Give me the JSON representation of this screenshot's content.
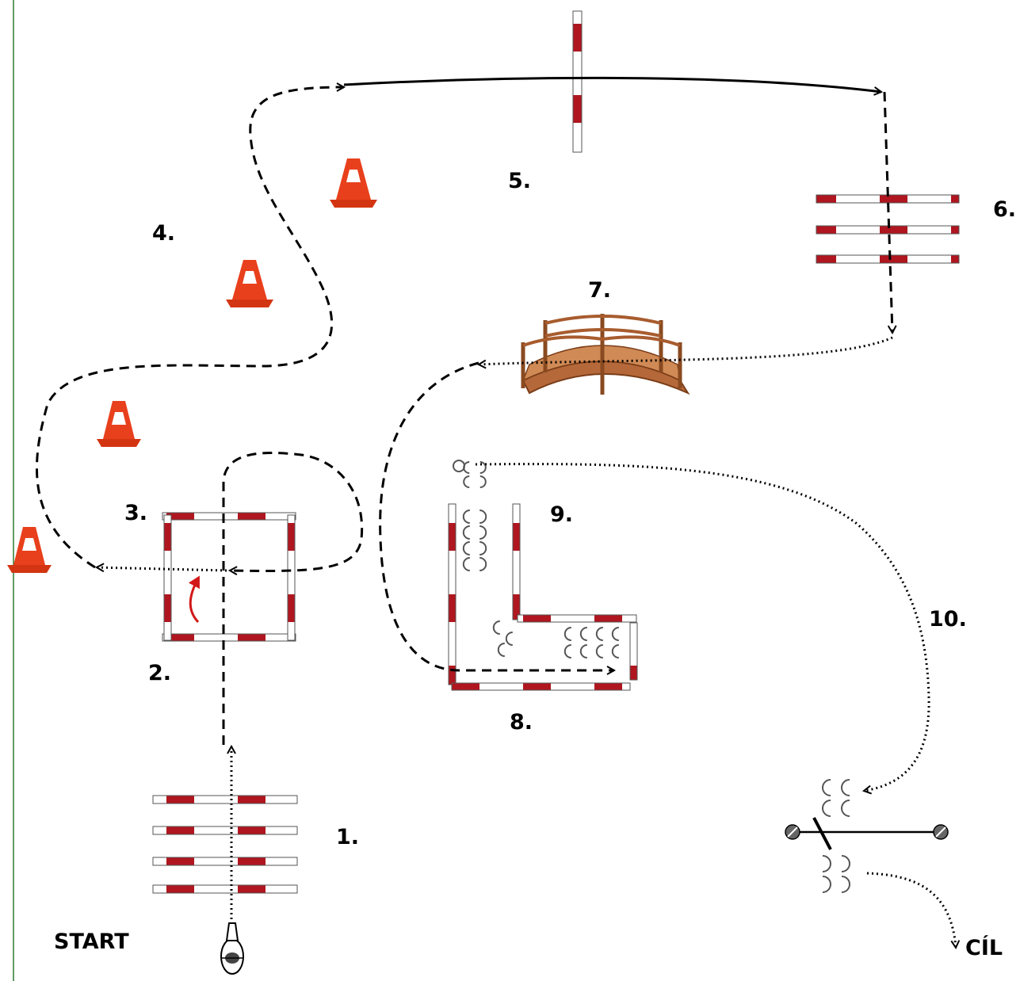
{
  "labels": {
    "start": "START",
    "finish": "CÍL",
    "station_1": "1.",
    "station_2": "2.",
    "station_3": "3.",
    "station_4": "4.",
    "station_5": "5.",
    "station_6": "6.",
    "station_7": "7.",
    "station_8": "8.",
    "station_9": "9.",
    "station_10": "10."
  },
  "colors": {
    "pole_red": "#b0161f",
    "pole_white": "#ffffff",
    "path": "#000000",
    "cone_orange": "#e8401c",
    "turn_arrow": "#d21818",
    "bridge_wood": "#b5693a",
    "left_border": "#2e7d32"
  },
  "icons": {
    "start_figure": "horse-rider-icon",
    "obstacle": "cone-icon",
    "bridge": "bridge-icon",
    "hooves": "hoofprint-icon"
  }
}
